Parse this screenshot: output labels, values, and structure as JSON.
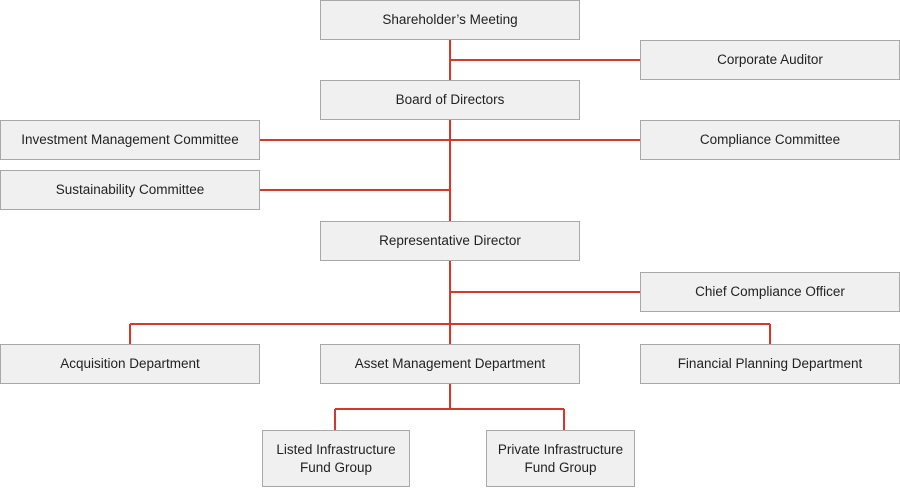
{
  "colors": {
    "connector": "#d2392b",
    "box_fill": "#f0f0f0",
    "box_border": "#a8a8a8",
    "text": "#222222"
  },
  "org_chart": {
    "shareholders_meeting": "Shareholder’s Meeting",
    "corporate_auditor": "Corporate Auditor",
    "board_of_directors": "Board of Directors",
    "investment_management_committee": "Investment Management Committee",
    "compliance_committee": "Compliance Committee",
    "sustainability_committee": "Sustainability Committee",
    "representative_director": "Representative Director",
    "chief_compliance_officer": "Chief Compliance Officer",
    "acquisition_department": "Acquisition Department",
    "asset_management_department": "Asset Management Department",
    "financial_planning_department": "Financial Planning Department",
    "listed_infrastructure_fund_group": "Listed Infrastructure\nFund Group",
    "private_infrastructure_fund_group": "Private Infrastructure\nFund Group"
  }
}
